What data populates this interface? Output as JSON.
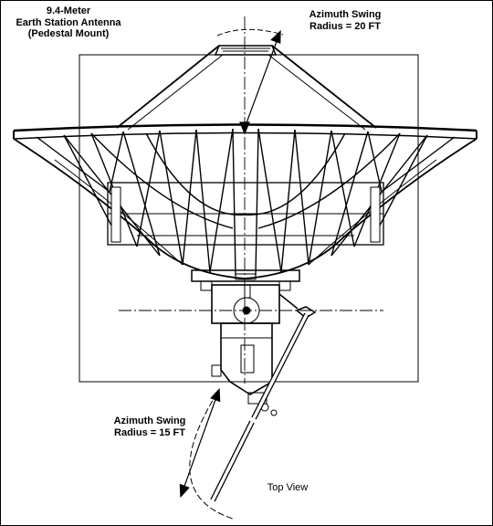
{
  "labels": {
    "antenna_title": [
      "9.4-Meter",
      "Earth Station Antenna",
      "(Pedestal Mount)"
    ],
    "azimuth_upper": [
      "Azimuth Swing",
      "Radius = 20 FT"
    ],
    "azimuth_lower": [
      "Azimuth Swing",
      "Radius = 15 FT"
    ],
    "top_view": "Top View"
  },
  "colors": {
    "line": "#000000",
    "background": "#ffffff"
  }
}
